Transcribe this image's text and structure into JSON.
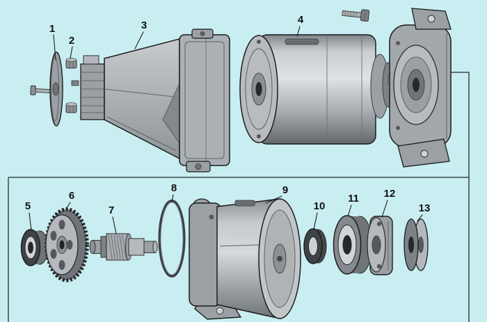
{
  "figure": {
    "background_color": "#c9eef2",
    "line_color": "#1b1b1b"
  },
  "callouts": [
    {
      "label": "1",
      "part": "thin-disc-with-screw"
    },
    {
      "label": "2",
      "part": "hex-nuts"
    },
    {
      "label": "3",
      "part": "gearbox-housing-with-flange"
    },
    {
      "label": "4",
      "part": "motor-body"
    },
    {
      "label": "5",
      "part": "small-bearing-bushing"
    },
    {
      "label": "6",
      "part": "spur-gear"
    },
    {
      "label": "7",
      "part": "pinion-shaft"
    },
    {
      "label": "8",
      "part": "o-ring"
    },
    {
      "label": "9",
      "part": "gear-housing-bell"
    },
    {
      "label": "10",
      "part": "spacer-ring"
    },
    {
      "label": "11",
      "part": "ball-bearing"
    },
    {
      "label": "12",
      "part": "retainer-plate"
    },
    {
      "label": "13",
      "part": "washer-pair"
    }
  ]
}
